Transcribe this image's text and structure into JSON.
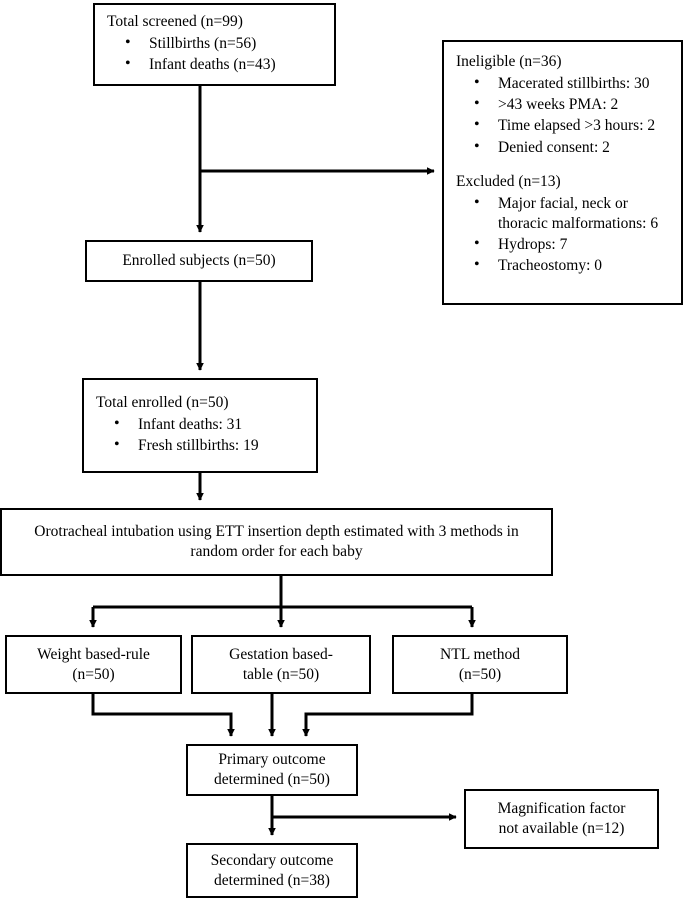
{
  "diagram": {
    "type": "study-flow-chart",
    "line_color": "#000000",
    "background_color": "#ffffff"
  },
  "nodes": {
    "screened": {
      "title": "Total screened (n=99)",
      "bullets": [
        "Stillbirths (n=56)",
        "Infant deaths (n=43)"
      ]
    },
    "side": {
      "ineligible_title": "Ineligible (n=36)",
      "ineligible_bullets": [
        "Macerated stillbirths: 30",
        ">43 weeks PMA: 2",
        "Time elapsed >3 hours: 2",
        "Denied consent: 2"
      ],
      "excluded_title": "Excluded (n=13)",
      "excluded_bullets": [
        "Major facial, neck or thoracic malformations: 6",
        "Hydrops: 7",
        "Tracheostomy: 0"
      ]
    },
    "enrolled_subjects": {
      "title": "Enrolled subjects (n=50)"
    },
    "total_enrolled": {
      "title": "Total enrolled (n=50)",
      "bullets": [
        "Infant deaths: 31",
        "Fresh stillbirths: 19"
      ]
    },
    "intervention": {
      "title": "Orotracheal intubation using ETT insertion depth estimated with 3 methods in random order for each baby"
    },
    "method_weight": {
      "title": "Weight based-rule\n(n=50)"
    },
    "method_gestation": {
      "title": "Gestation based-\ntable (n=50)"
    },
    "method_ntl": {
      "title": "NTL method\n(n=50)"
    },
    "primary_outcome": {
      "title": "Primary outcome\ndetermined (n=50)"
    },
    "secondary_outcome": {
      "title": "Secondary outcome\ndetermined (n=38)"
    },
    "magnification": {
      "title": "Magnification factor\nnot available (n=12)"
    }
  }
}
